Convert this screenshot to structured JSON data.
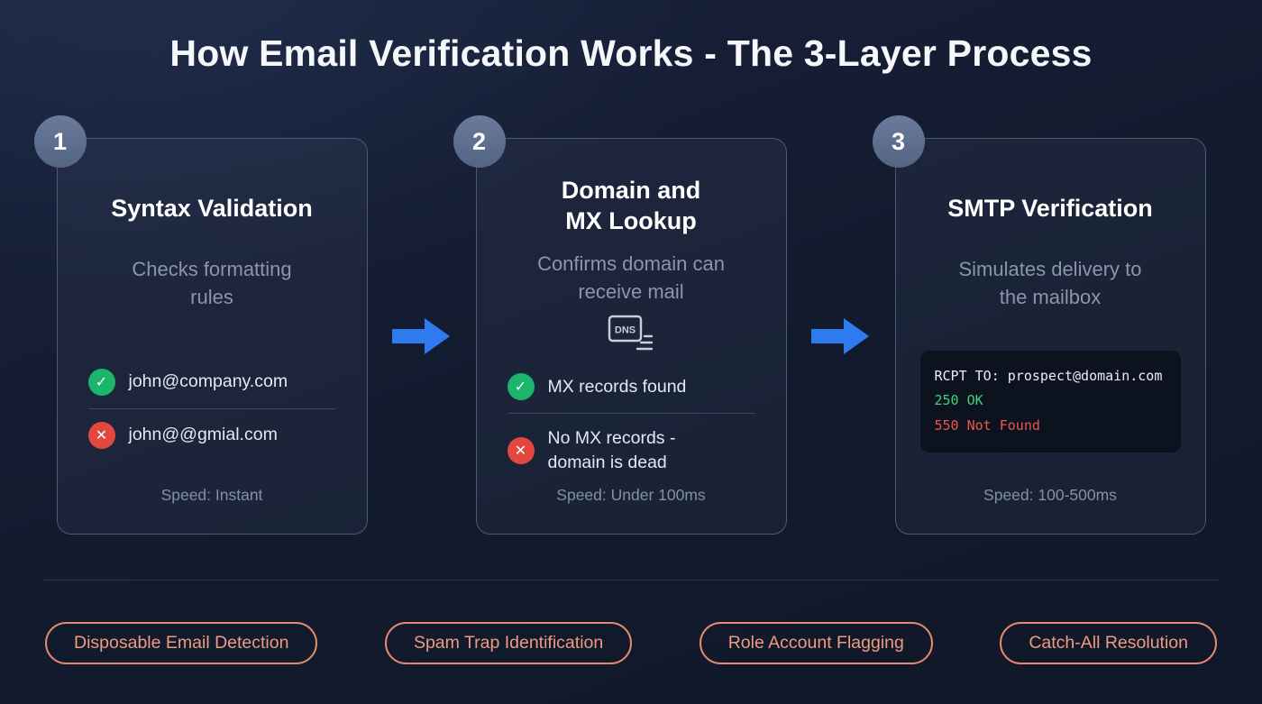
{
  "title": "How Email Verification Works - The 3-Layer Process",
  "steps": [
    {
      "number": "1",
      "title": "Syntax Validation",
      "subtitle": "Checks formatting\nrules",
      "pass": "john@company.com",
      "fail": "john@@gmial.com",
      "speed": "Speed: Instant"
    },
    {
      "number": "2",
      "title": "Domain and\nMX Lookup",
      "subtitle": "Confirms domain can\nreceive mail",
      "dns_icon_label": "DNS",
      "pass": "MX records found",
      "fail": "No MX records -\ndomain is dead",
      "speed": "Speed: Under 100ms"
    },
    {
      "number": "3",
      "title": "SMTP Verification",
      "subtitle": "Simulates delivery to\nthe mailbox",
      "code": {
        "line1": "RCPT TO: prospect@domain.com",
        "line2": "250 OK",
        "line3": "550 Not Found"
      },
      "speed": "Speed: 100-500ms"
    }
  ],
  "pills": [
    {
      "label": "Disposable Email Detection"
    },
    {
      "label": "Spam Trap Identification"
    },
    {
      "label": "Role Account Flagging"
    },
    {
      "label": "Catch-All Resolution"
    }
  ],
  "icons": {
    "check_glyph": "✓",
    "cross_glyph": "✕"
  },
  "colors": {
    "background": "#131b2f",
    "card_border": "#4a5a77",
    "accent_blue": "#2e7bf0",
    "success_green": "#1db56b",
    "error_red": "#e24840",
    "pill_coral": "#f09b80",
    "code_green": "#3fd27e",
    "code_red": "#f1544a"
  }
}
